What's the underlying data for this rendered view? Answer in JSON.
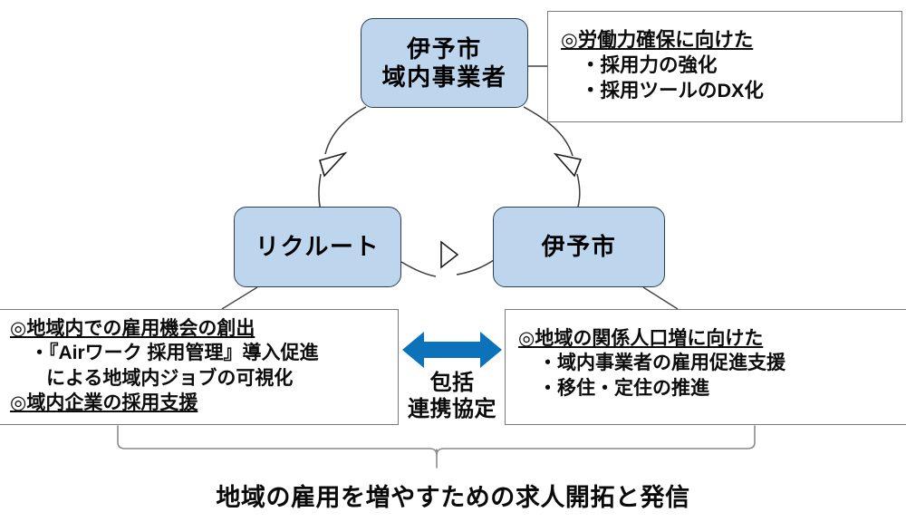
{
  "diagram": {
    "title_caption": "地域の雇用を増やすための求人開拓と発信",
    "nodes": [
      {
        "id": "iyo-city-businesses",
        "lines": [
          "伊予市",
          "域内事業者"
        ],
        "fill": "#BDD6EE",
        "border": "#2B3E54"
      },
      {
        "id": "recruit",
        "lines": [
          "リクルート"
        ],
        "fill": "#BDD6EE",
        "border": "#2B3E54"
      },
      {
        "id": "iyo-city",
        "lines": [
          "伊予市"
        ],
        "fill": "#BDD6EE",
        "border": "#2B3E54"
      }
    ],
    "detail_boxes": {
      "top_right": {
        "heading": "◎労働力確保に向けた",
        "items": [
          "・採用力の強化",
          "・採用ツールのDX化"
        ]
      },
      "bottom_left": {
        "heading1": "◎地域内での雇用機会の創出",
        "item1": "・『Airワーク 採用管理』導入促進",
        "item1_cont": "による地域内ジョブの可視化",
        "heading2": "◎域内企業の採用支援"
      },
      "bottom_right": {
        "heading": "◎地域の関係人口増に向けた",
        "items": [
          "・域内事業者の雇用促進支援",
          "・移住・定住の推進"
        ]
      }
    },
    "agreement": {
      "line1": "包括",
      "line2": "連携協定",
      "arrow_color": "#0C72BA",
      "arrow_name": "double-headed-arrow"
    },
    "cycle": {
      "arrow_count": 3,
      "style": "open-triangle-arrowhead",
      "stroke": "#3b3b3b"
    },
    "bracket": {
      "color": "#8a8a8a"
    }
  }
}
